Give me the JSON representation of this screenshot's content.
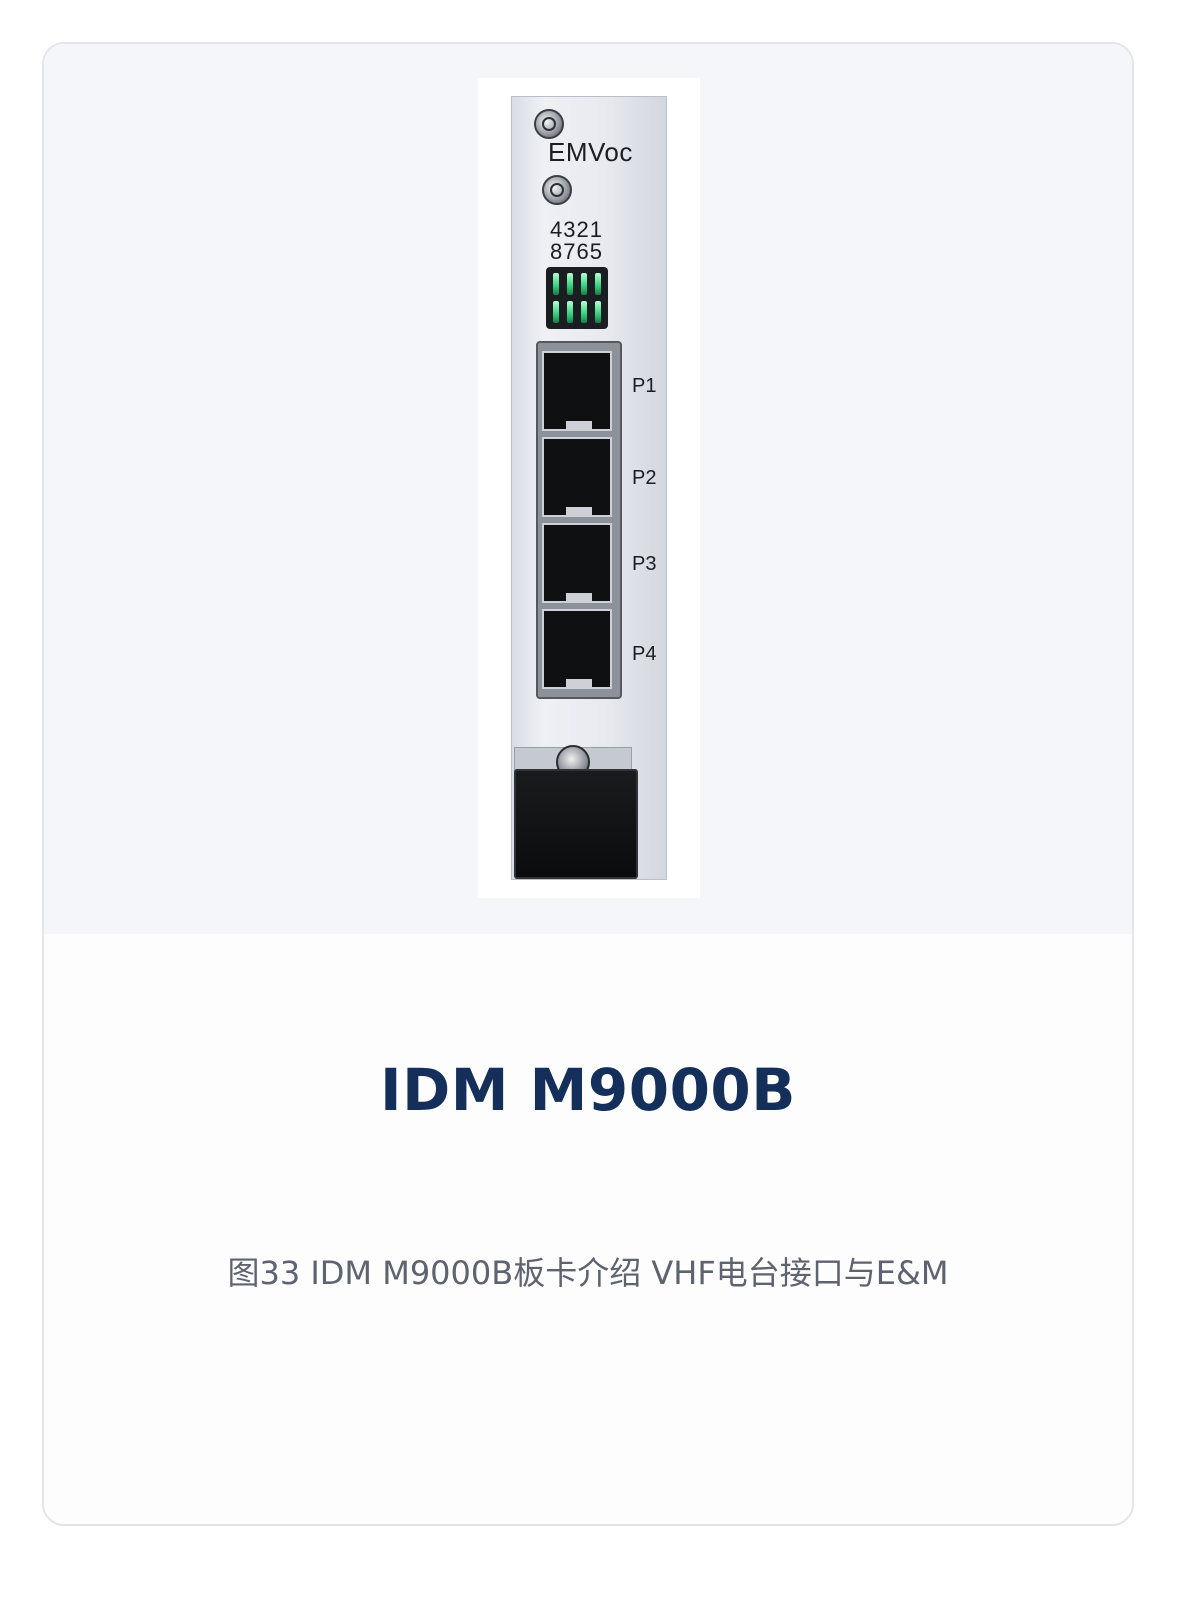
{
  "product": {
    "title": "IDM M9000B",
    "caption": "图33 IDM M9000B板卡介绍 VHF电台接口与E&M"
  },
  "faceplate": {
    "brand": "EMVoc",
    "digits_top": "4321",
    "digits_bottom": "8765",
    "ports": [
      {
        "label": "P1"
      },
      {
        "label": "P2"
      },
      {
        "label": "P3"
      },
      {
        "label": "P4"
      }
    ]
  },
  "colors": {
    "title": "#14305a",
    "caption": "#5e6370",
    "image_background": "#f5f6fa",
    "card_border": "#e3e5ea",
    "led_green": "#33d07d"
  }
}
